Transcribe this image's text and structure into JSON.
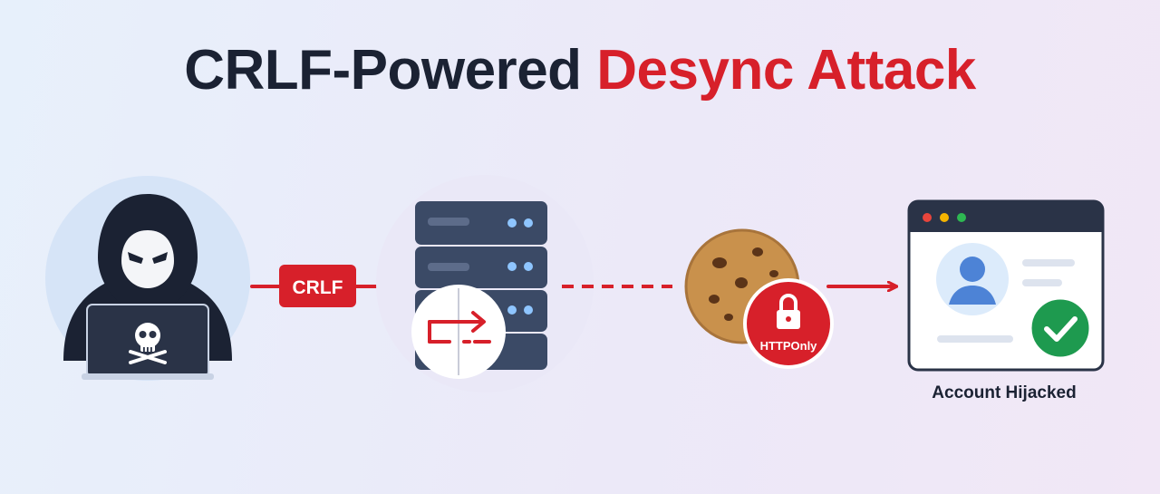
{
  "title": {
    "part1": "CRLF-Powered",
    "part2": "Desync Attack"
  },
  "labels": {
    "crlf_badge": "CRLF",
    "httponly_badge": "HTTPOnly",
    "result_caption": "Account Hijacked"
  },
  "colors": {
    "accent_red": "#d7202a",
    "dark_navy": "#1b2233",
    "server_blue_gray": "#3b4a66",
    "success_green": "#1e9a4f",
    "cookie_tan": "#c9914c"
  },
  "icons": [
    "hacker-icon",
    "skull-icon",
    "server-icon",
    "desync-split-icon",
    "cookie-icon",
    "lock-icon",
    "browser-window-icon",
    "user-avatar-icon",
    "checkmark-icon"
  ]
}
